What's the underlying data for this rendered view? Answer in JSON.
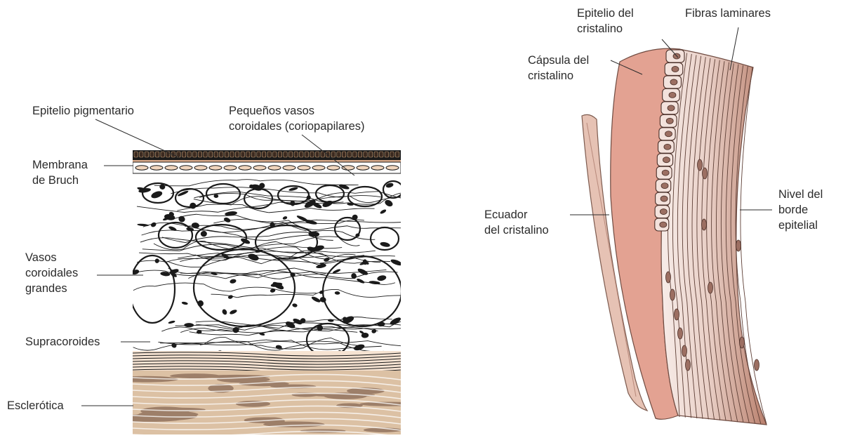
{
  "left_figure": {
    "labels": {
      "pigment_epithelium": "Epitelio pigmentario",
      "small_vessels": "Pequeños vasos\ncoroidales (coriopapilares)",
      "bruch_membrane": "Membrana\nde Bruch",
      "large_vessels": "Vasos\ncoroidales\ngrandes",
      "suprachoroid": "Supracoroides",
      "sclera": "Esclerótica"
    }
  },
  "right_figure": {
    "labels": {
      "lens_epithelium": "Epitelio del\ncristalino",
      "laminar_fibers": "Fibras laminares",
      "lens_capsule": "Cápsula del\ncristalino",
      "lens_equator": "Ecuador\ndel cristalino",
      "epithelial_border": "Nivel del\nborde\nepitelial"
    }
  },
  "colors": {
    "choroid_line": "#1a1a1a",
    "sclera_fill": "#d9bfa3",
    "sclera_dark": "#9b7c66",
    "bruch_fill": "#f0d5bd",
    "capsule_fill": "#e0a191",
    "fiber_fill": "#c98f7c",
    "nucleus": "#8a5f52",
    "zonule": "#e8c0b3"
  }
}
